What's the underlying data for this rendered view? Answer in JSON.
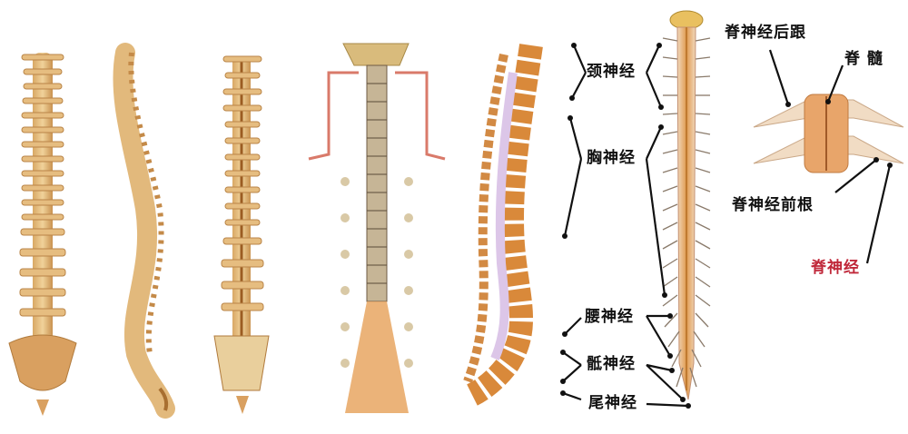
{
  "title": "Spine and spinal nerve anatomy diagram",
  "colors": {
    "bone": "#e8c48a",
    "bone_dark": "#b97a3a",
    "cord": "#e3a462",
    "nerve": "#8a7a6a",
    "artery": "#d97a6a",
    "vertebra_body_sagittal": "#d9893a",
    "label": "#111111",
    "label_red": "#c0283a",
    "arrow": "#111111"
  },
  "figures": [
    {
      "id": "spine-anterior",
      "description": "Vertebral column, anterior view"
    },
    {
      "id": "spine-lateral",
      "description": "Vertebral column, lateral view"
    },
    {
      "id": "spine-posterior",
      "description": "Vertebral column, posterior view"
    },
    {
      "id": "spinal-cord-in-canal",
      "description": "Spinal cord exposed within vertebral canal, posterior view"
    },
    {
      "id": "spine-sagittal",
      "description": "Sagittal section of spine showing spinal cord"
    },
    {
      "id": "spinal-cord-nerves",
      "description": "Spinal cord with spinal nerve roots"
    },
    {
      "id": "cord-segment",
      "description": "Spinal cord segment cross-section with roots"
    }
  ],
  "labels": {
    "cervical": "颈神经",
    "thoracic": "胸神经",
    "lumbar": "腰神经",
    "sacral": "骶神经",
    "coccygeal": "尾神经",
    "dorsal_root": "脊神经后跟",
    "spinal_cord": "脊 髓",
    "ventral_root": "脊神经前根",
    "spinal_nerve": "脊神经"
  }
}
